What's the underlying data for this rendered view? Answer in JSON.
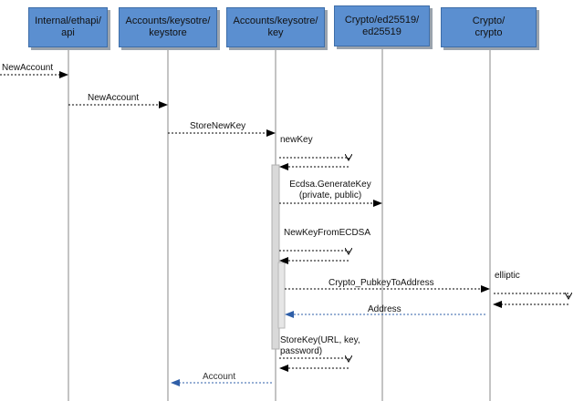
{
  "lifelines": [
    {
      "id": "api",
      "line1": "Internal/ethapi/",
      "line2": "api"
    },
    {
      "id": "keystore",
      "line1": "Accounts/keysotre/",
      "line2": "keystore"
    },
    {
      "id": "key",
      "line1": "Accounts/keysotre/",
      "line2": "key"
    },
    {
      "id": "ed25519",
      "line1": "Crypto/ed25519/",
      "line2": "ed25519"
    },
    {
      "id": "crypto",
      "line1": "Crypto/",
      "line2": "crypto"
    }
  ],
  "messages": {
    "m1": "NewAccount",
    "m2": "NewAccount",
    "m3": "StoreNewKey",
    "m4": "newKey",
    "m5_line1": "Ecdsa.GenerateKey",
    "m5_line2": "(private, public)",
    "m6": "NewKeyFromECDSA",
    "m7": "Crypto_PubkeyToAddress",
    "m8": "elliptic",
    "m9": "Address",
    "m10_line1": "StoreKey(URL, key,",
    "m10_line2": "password)",
    "m11": "Account"
  },
  "colors": {
    "box_fill": "#5b8fd0",
    "return_arrow": "#2f5fa8",
    "lifeline": "#888888"
  }
}
